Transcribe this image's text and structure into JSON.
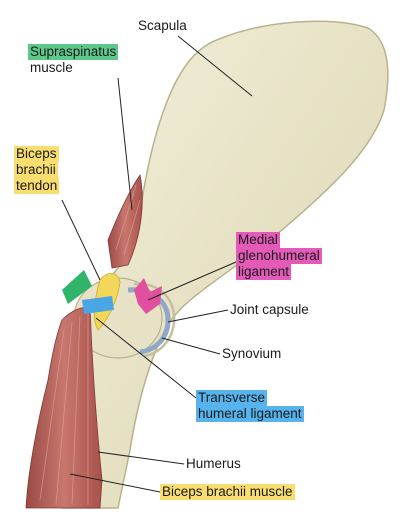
{
  "labels": {
    "scapula": "Scapula",
    "supraspinatus_line1": "Supraspinatus",
    "supraspinatus_line2": "muscle",
    "biceps_tendon_line1": "Biceps",
    "biceps_tendon_line2": "brachii",
    "biceps_tendon_line3": "tendon",
    "medial_line1": "Medial",
    "medial_line2": "glenohumeral",
    "medial_line3": "ligament",
    "joint_capsule": "Joint capsule",
    "synovium": "Synovium",
    "transverse_line1": "Transverse",
    "transverse_line2": "humeral ligament",
    "humerus": "Humerus",
    "biceps_muscle": "Biceps brachii muscle"
  },
  "colors": {
    "green": "#5cc98a",
    "yellow": "#f7de6e",
    "pink": "#e35ab8",
    "blue": "#56b3ec",
    "bone": "#e9e5c9",
    "muscle": "#b9665f"
  }
}
